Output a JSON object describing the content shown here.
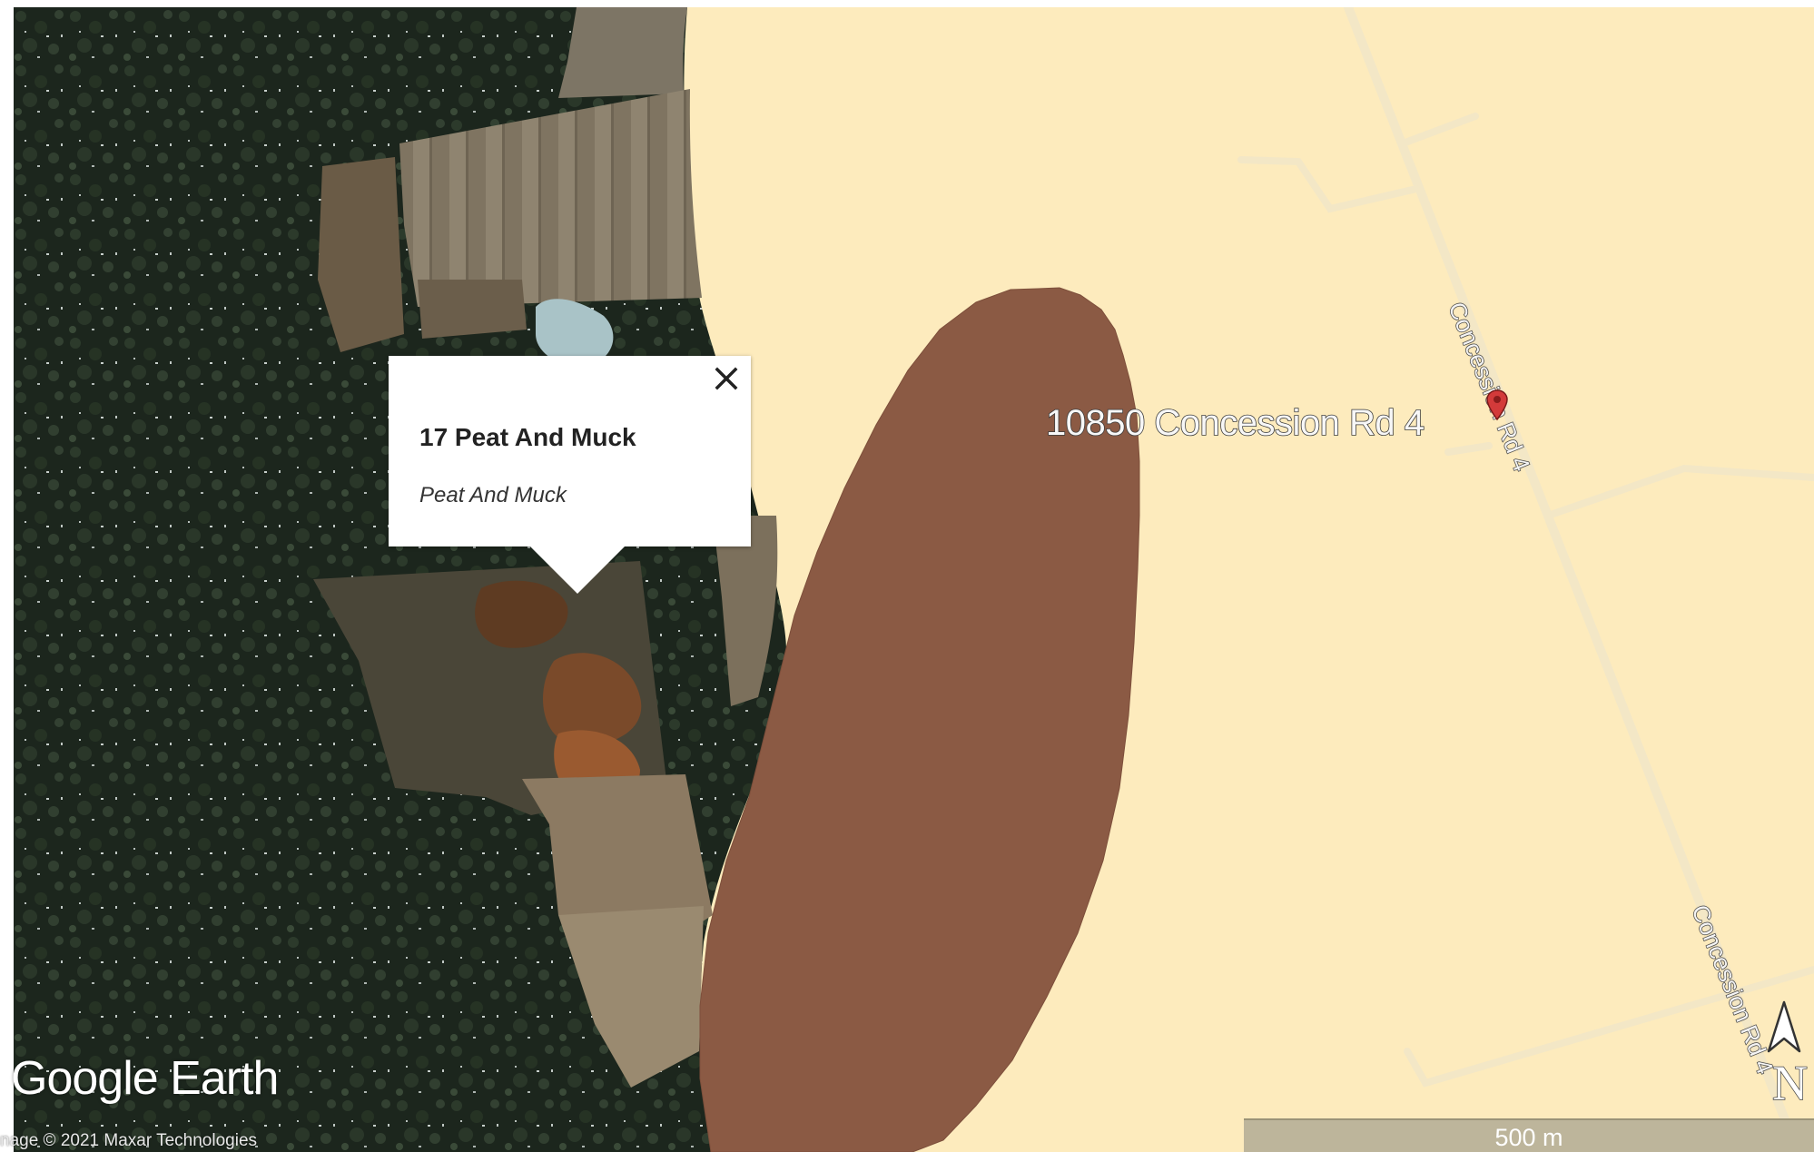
{
  "map": {
    "address_label": "10850 Concession Rd 4",
    "road_labels": [
      "Concession Rd 4",
      "Concession Rd 4"
    ],
    "colors": {
      "basemap": "#fdebbd",
      "road": "#f2e6c4",
      "polygon_fill": "#8b5a44",
      "forest": "#1f2a1f",
      "field": "#8a7d64"
    }
  },
  "popup": {
    "title": "17 Peat And Muck",
    "subtitle": "Peat And Muck",
    "close_icon": "close-icon"
  },
  "branding": {
    "logo": "Google Earth",
    "attribution": "nage © 2021 Maxar Technologies"
  },
  "scale": {
    "label": "500 m"
  },
  "compass": {
    "letter": "N",
    "icon": "north-arrow-icon"
  }
}
